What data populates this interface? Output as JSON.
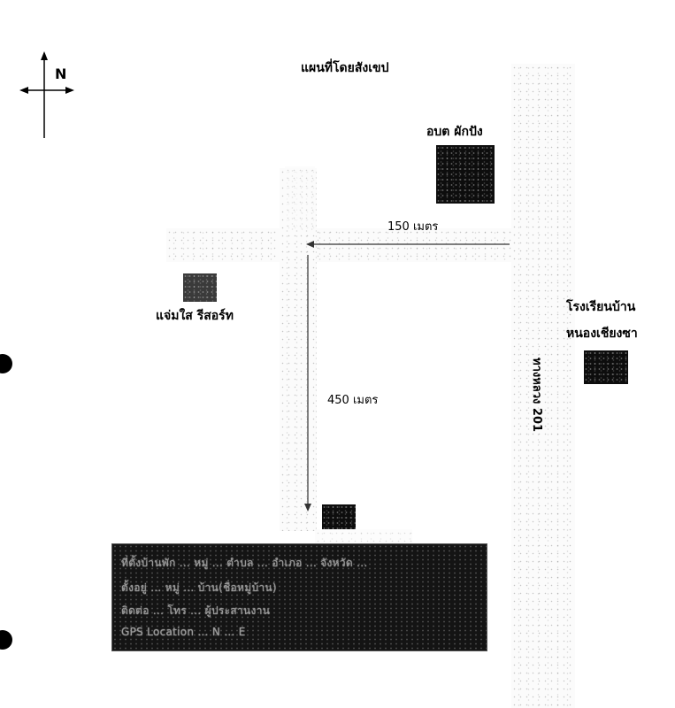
{
  "map": {
    "title": "แผนที่โดยสังเขป",
    "compass": {
      "north_label": "N"
    },
    "places": {
      "obt": "อบต ผักปัง",
      "resort": "แจ่มใส รีสอร์ท",
      "school_line1": "โรงเรียนบ้าน",
      "school_line2": "หนองเชียงซา"
    },
    "highway_label": "ทางหลวง 201",
    "distances": {
      "west": "150 เมตร",
      "south": "450 เมตร"
    },
    "info_box": {
      "lines": [
        "ที่ตั้งบ้านพัก ... หมู่ ... ตำบล ... อำเภอ ... จังหวัด ...",
        "ตั้งอยู่ ... หมู่ ... บ้าน(ชื่อหมู่บ้าน)",
        "ติดต่อ ... โทร ... ผู้ประสานงาน",
        "GPS Location ... N ... E"
      ]
    }
  }
}
